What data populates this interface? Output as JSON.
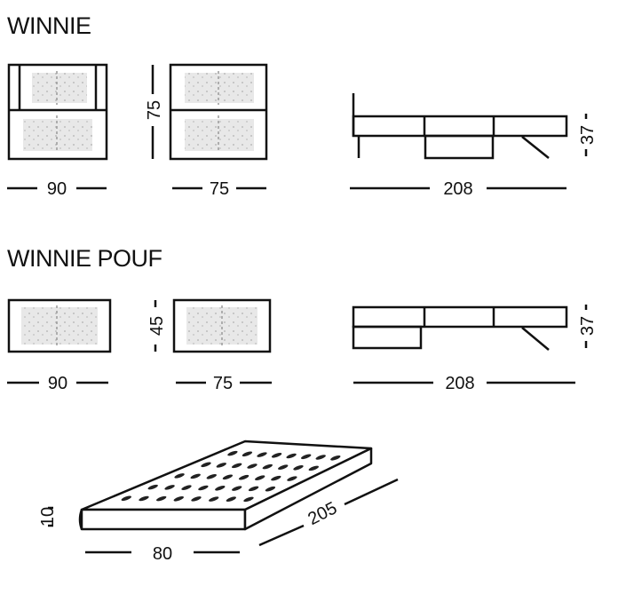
{
  "sections": {
    "winnie": {
      "title": "WINNIE",
      "front_width": "90",
      "side_width": "75",
      "height": "75",
      "bed_length": "208",
      "bed_height": "37"
    },
    "winnie_pouf": {
      "title": "WINNIE POUF",
      "front_width": "90",
      "side_width": "75",
      "height": "45",
      "bed_length": "208",
      "bed_height": "37"
    },
    "mattress": {
      "thickness": "10",
      "width": "80",
      "length": "205"
    }
  },
  "colors": {
    "line": "#111111",
    "fill": "#e6e6e6"
  }
}
